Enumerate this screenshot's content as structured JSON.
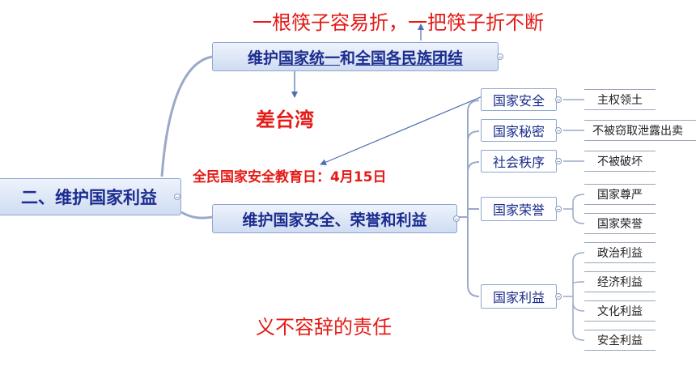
{
  "root": {
    "label": "二、维护国家利益"
  },
  "branch1": {
    "parts": [
      "维护",
      "国家统一",
      "和",
      "全国各民族团结"
    ]
  },
  "branch2": {
    "label": "维护国家安全、荣誉和利益"
  },
  "categories": [
    {
      "label": "国家安全",
      "items": [
        "主权领土"
      ]
    },
    {
      "label": "国家秘密",
      "items": [
        "不被窃取泄露出卖"
      ]
    },
    {
      "label": "社会秩序",
      "items": [
        "不被破坏"
      ]
    },
    {
      "label": "国家荣誉",
      "items": [
        "国家尊严",
        "国家荣誉"
      ]
    },
    {
      "label": "国家利益",
      "items": [
        "政治利益",
        "经济利益",
        "文化利益",
        "安全利益"
      ]
    }
  ],
  "annotations": {
    "chopsticks": "一根筷子容易折，一把筷子折不断",
    "taiwan": "差台湾",
    "security_day": "全民国家安全教育日：4月15日",
    "duty": "义不容辞的责任"
  },
  "colors": {
    "annotation": "#e41b17",
    "node_text": "#1c2d8f",
    "connector": "#9aa9c9",
    "arrow": "#4e6fb0"
  }
}
